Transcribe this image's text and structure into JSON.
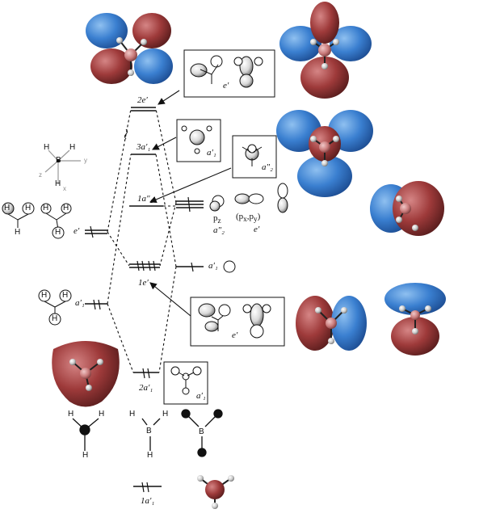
{
  "mo_labels": {
    "l_1a1p": "1a′₁",
    "l_2a1p": "2a′₁",
    "l_1ep": "1e′",
    "l_1a2pp": "1a″₂",
    "l_3a1p": "3a′₁",
    "l_2ep": "2e′"
  },
  "fragment_labels": {
    "h3_e": "e′",
    "h3_a1": "a′₁",
    "b_a1": "a′₁",
    "b_pz": "p",
    "b_pz_sub": "z",
    "b_a2": "a″₂",
    "b_pxpy": "(p",
    "b_pxpy_x": "x",
    "b_pxpy_mid": ",p",
    "b_pxpy_y": "y",
    "b_pxpy_close": ")",
    "b_e": "e′"
  },
  "box_labels": {
    "box_2e": "e′",
    "box_3a1": "a′₁",
    "box_1a2": "a″₂",
    "box_1e": "e′",
    "box_2a1": "a′₁"
  },
  "atoms": {
    "H": "H",
    "B": "B",
    "ax_x": "x",
    "ax_y": "y",
    "ax_z": "z"
  },
  "colors": {
    "blue_lobe": "#3a7fd0",
    "red_lobe": "#9e3a3a",
    "boron": "#c97b7b",
    "hydrogen": "#cfcfcf"
  }
}
